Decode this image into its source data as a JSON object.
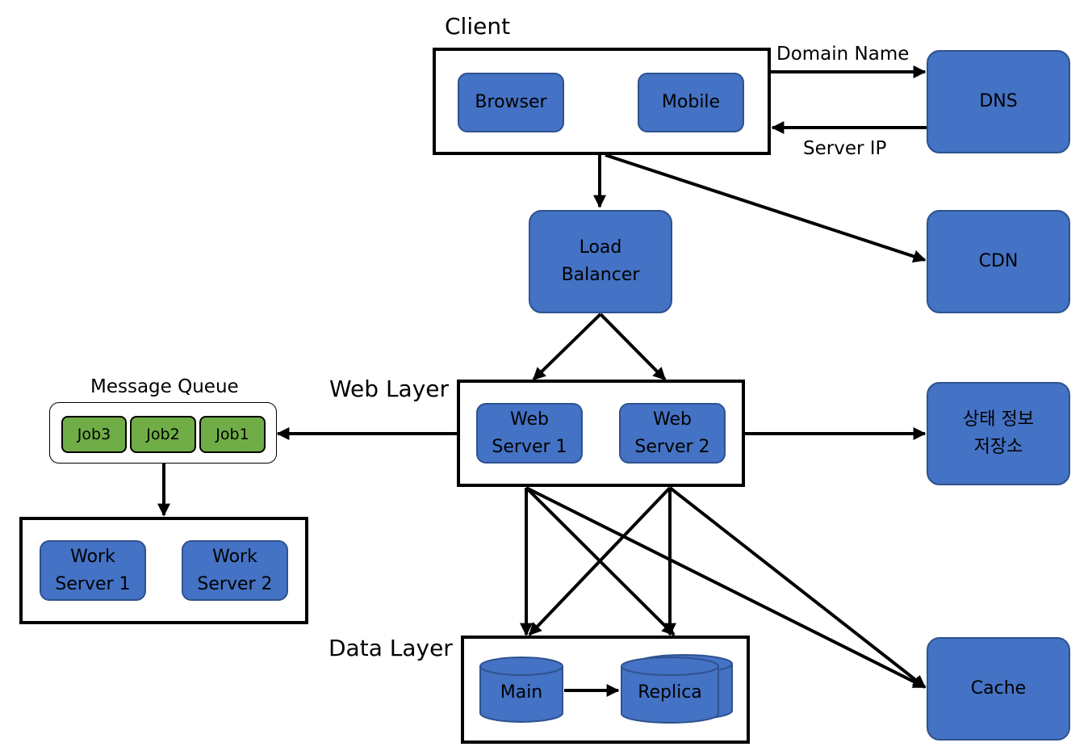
{
  "groups": {
    "client": "Client",
    "web_layer": "Web Layer",
    "data_layer": "Data Layer",
    "message_queue": "Message Queue"
  },
  "client_nodes": {
    "browser": "Browser",
    "mobile": "Mobile"
  },
  "dns": "DNS",
  "cdn": "CDN",
  "load_balancer": "Load\nBalancer",
  "web_servers": [
    "Web\nServer 1",
    "Web\nServer 2"
  ],
  "state_store": "상태 정보\n저장소",
  "cache": "Cache",
  "jobs": [
    "Job3",
    "Job2",
    "Job1"
  ],
  "work_servers": [
    "Work\nServer 1",
    "Work\nServer 2"
  ],
  "databases": {
    "main": "Main",
    "replica": "Replica"
  },
  "edge_labels": {
    "domain_name": "Domain Name",
    "server_ip": "Server IP"
  },
  "colors": {
    "node_fill": "#4472c4",
    "node_border": "#2f528f",
    "job_fill": "#70ad47",
    "line": "#000000"
  }
}
